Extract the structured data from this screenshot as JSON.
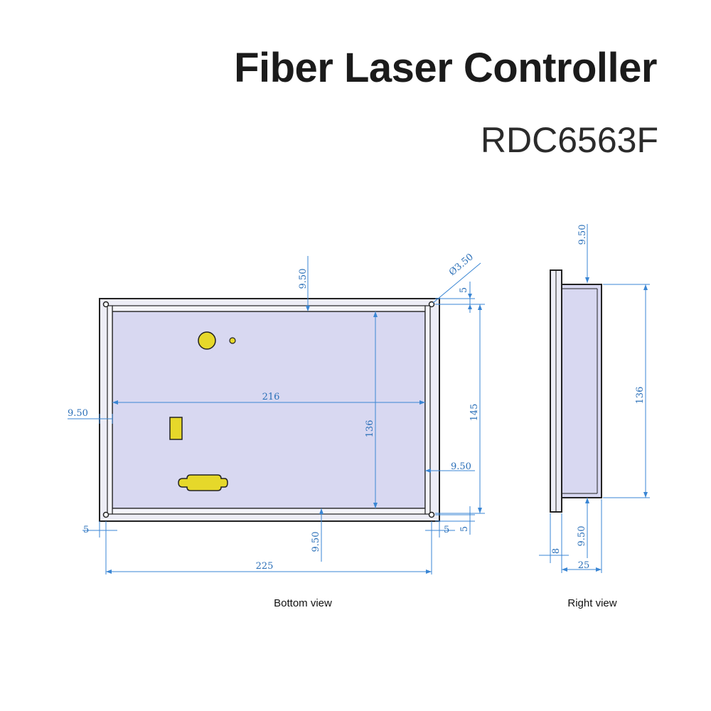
{
  "header": {
    "title": "Fiber Laser Controller",
    "model": "RDC6563F"
  },
  "colors": {
    "panel_fill": "#d8d8f1",
    "outline": "#222222",
    "connector": "#e6d82a",
    "dimension": "#3a86d4"
  },
  "bottom_view": {
    "caption": "Bottom view",
    "dims": {
      "top_margin": "9.50",
      "hole_diameter": "Ø3.50",
      "hole_offset_top": "5",
      "inner_width": "216",
      "left_margin": "9.50",
      "inner_height": "136",
      "outer_height": "145",
      "right_margin": "9.50",
      "bottom_left_offset": "5",
      "bottom_margin": "9.50",
      "bottom_right_offset_h": "5",
      "bottom_right_offset_v": "5",
      "outer_width": "225"
    }
  },
  "right_view": {
    "caption": "Right view",
    "dims": {
      "top_margin": "9.50",
      "height": "136",
      "bottom_margin": "9.50",
      "flange": "8",
      "depth": "25"
    }
  }
}
